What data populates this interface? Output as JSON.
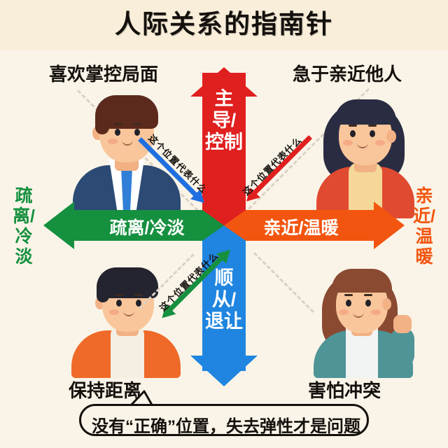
{
  "header": {
    "title": "人际关系的指南针"
  },
  "axes": {
    "up": {
      "label": "主导/控制",
      "color": "#e01f1f",
      "direction": "up"
    },
    "down": {
      "label": "顺从/退让",
      "color": "#1f85e0",
      "direction": "down"
    },
    "left": {
      "label": "疏离/冷淡",
      "color": "#15903f",
      "direction": "left"
    },
    "right": {
      "label": "亲近/温暖",
      "color": "#f2550f",
      "direction": "right"
    }
  },
  "side_labels": {
    "left": "疏离/冷淡",
    "right": "亲近/温暖"
  },
  "quadrants": [
    {
      "id": "top-left",
      "label": "喜欢掌控局面",
      "annotation": "这个位置代表什么",
      "arrow_color": "#1f6fe0",
      "person": {
        "name": "man-suit-avatar",
        "hair": "#5c2a1d",
        "jacket": "#2c4a74",
        "shirt": "#ffffff",
        "tie": "#2f7fd8",
        "skin": "#f9c69b"
      }
    },
    {
      "id": "top-right",
      "label": "急于亲近他人",
      "annotation": "这个位置代表什么",
      "arrow_color": "#e01f1f",
      "person": {
        "name": "woman-red-jacket-avatar",
        "hair": "#2a2c42",
        "jacket": "#e04a30",
        "shirt": "#f6d79a",
        "skin": "#f9c69b"
      }
    },
    {
      "id": "bottom-left",
      "label": "保持距离",
      "annotation": "这个位置代表什么",
      "arrow_color": "#15903f",
      "person": {
        "name": "man-orange-jacket-avatar",
        "hair": "#23242f",
        "jacket": "#ef6a28",
        "shirt": "#f4efe2",
        "skin": "#f9c69b"
      }
    },
    {
      "id": "bottom-right",
      "label": "害怕冲突",
      "annotation": "",
      "arrow_color": "",
      "person": {
        "name": "woman-teal-blazer-avatar",
        "hair": "#8a4a32",
        "jacket": "#4f9496",
        "shirt": "#f2f3f3",
        "skin": "#f9c69b"
      }
    }
  ],
  "caption": {
    "text": "没有“正确”位置，失去弹性才是问题"
  },
  "colors": {
    "background": "#faf4e8",
    "header_band": "#f9eeda",
    "ink": "#14110d",
    "guide": "#d9d2c4"
  }
}
